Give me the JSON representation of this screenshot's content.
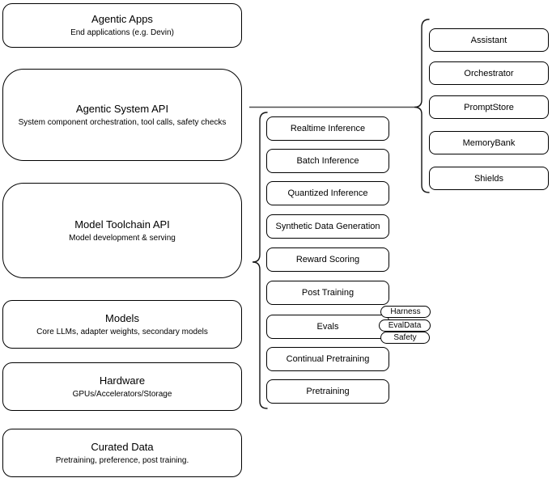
{
  "left_stack": [
    {
      "title": "Agentic Apps",
      "subtitle": "End applications (e.g. Devin)"
    },
    {
      "title": "Agentic System API",
      "subtitle": "System component orchestration, tool calls, safety checks"
    },
    {
      "title": "Model Toolchain API",
      "subtitle": "Model development & serving"
    },
    {
      "title": "Models",
      "subtitle": "Core LLMs, adapter weights, secondary models"
    },
    {
      "title": "Hardware",
      "subtitle": "GPUs/Accelerators/Storage"
    },
    {
      "title": "Curated Data",
      "subtitle": "Pretraining, preference, post training."
    }
  ],
  "toolchain": {
    "items": [
      "Realtime Inference",
      "Batch Inference",
      "Quantized Inference",
      "Synthetic Data Generation",
      "Reward Scoring",
      "Post Training",
      "Evals",
      "Continual Pretraining",
      "Pretraining"
    ]
  },
  "eval_tags": [
    "Harness",
    "EvalData",
    "Safety"
  ],
  "system_components": [
    "Assistant",
    "Orchestrator",
    "PromptStore",
    "MemoryBank",
    "Shields"
  ],
  "colors": {
    "border": "#000000",
    "background": "#ffffff",
    "connector": "#4d4d4d"
  }
}
